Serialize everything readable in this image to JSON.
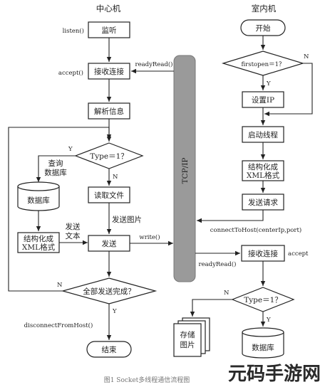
{
  "titles": {
    "center": "中心机",
    "indoor": "室内机"
  },
  "bus": {
    "label": "TCP/IP"
  },
  "center": {
    "listen_fn": "listen()",
    "listen_box": "监听",
    "ready_read_fn": "readyRead()",
    "accept_fn": "accept()",
    "accept_box": "接收连接",
    "parse_box": "解析信息",
    "decision_type": "Type＝1？",
    "yes": "Y",
    "no": "N",
    "query_label": [
      "查询",
      "数据库"
    ],
    "db_label": "数据库",
    "read_file_box": "读取文件",
    "send_picture": "发送图片",
    "format_box": [
      "结构化成",
      "XML格式"
    ],
    "send_text": [
      "发送",
      "文本"
    ],
    "write_fn": "write()",
    "send_box": "发送",
    "done_decision": "全部发送完成？",
    "disconnect_fn": "disconnectFromHost()",
    "end_box": "结束"
  },
  "indoor": {
    "start_box": "开始",
    "first_open_decision": "firstopen＝1？",
    "set_ip_box": "设置IP",
    "start_thread_box": "启动线程",
    "format_box": [
      "结构化成",
      "XML格式"
    ],
    "send_request_box": "发送请求",
    "connect_fn": "connectToHost(centerIp,port)",
    "ready_read_fn": "readyRead()",
    "accept_box": "接收连接",
    "accept_fn": "accept",
    "type_decision": "Type＝1？",
    "store_box": [
      "存储",
      "图片"
    ],
    "db_label": "数据库"
  },
  "caption": "图1 Socket多线程通信流程图",
  "watermark": "元码手游网"
}
